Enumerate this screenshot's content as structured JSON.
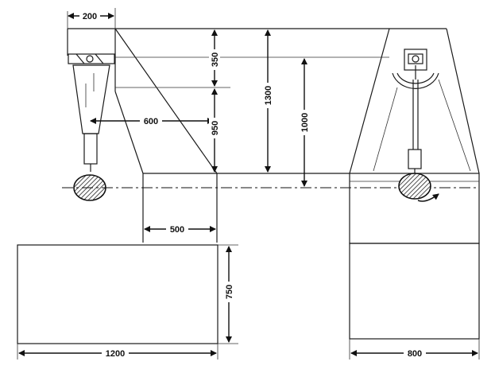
{
  "dimensions": {
    "top_offset": "200",
    "upper_height": "350",
    "lower_height": "950",
    "total_height": "1300",
    "axis_height": "1000",
    "span_600": "600",
    "span_500": "500",
    "block_height": "750",
    "block_width_left": "1200",
    "block_width_right": "800"
  },
  "colors": {
    "line": "#1a1a1a",
    "hatch": "#333333",
    "background": "#ffffff"
  }
}
